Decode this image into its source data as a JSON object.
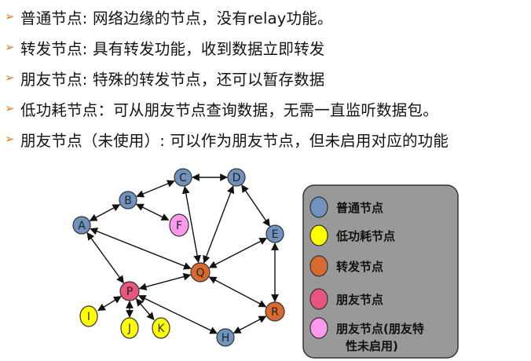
{
  "bullets": [
    "普通节点: 网络边缘的节点，没有relay功能。",
    "转发节点: 具有转发功能，收到数据立即转发",
    "朋友节点: 特殊的转发节点，还可以暂存数据",
    "低功耗节点：可从朋友节点查询数据，无需一直监听数据包。",
    "朋友节点（未使用）: 可以作为朋友节点，但未启用对应的功能"
  ],
  "colors": {
    "normal": "#6f93bd",
    "low_power": "#ffff00",
    "relay": "#d86a30",
    "friend": "#e8557f",
    "friend_unused": "#ff99ee",
    "legend_bg": "#999999",
    "bullet_arrow": "#e37b1c"
  },
  "nodes": [
    {
      "id": "A",
      "type": "normal"
    },
    {
      "id": "B",
      "type": "normal"
    },
    {
      "id": "C",
      "type": "normal"
    },
    {
      "id": "D",
      "type": "normal"
    },
    {
      "id": "E",
      "type": "normal"
    },
    {
      "id": "F",
      "type": "friend_unused"
    },
    {
      "id": "Q",
      "type": "relay"
    },
    {
      "id": "P",
      "type": "friend"
    },
    {
      "id": "R",
      "type": "relay"
    },
    {
      "id": "H",
      "type": "normal"
    },
    {
      "id": "I",
      "type": "low_power"
    },
    {
      "id": "J",
      "type": "low_power"
    },
    {
      "id": "K",
      "type": "low_power"
    }
  ],
  "edges": [
    [
      "A",
      "B"
    ],
    [
      "B",
      "C"
    ],
    [
      "C",
      "D"
    ],
    [
      "D",
      "E"
    ],
    [
      "E",
      "R"
    ],
    [
      "B",
      "F"
    ],
    [
      "C",
      "Q"
    ],
    [
      "D",
      "Q"
    ],
    [
      "A",
      "Q"
    ],
    [
      "A",
      "P"
    ],
    [
      "P",
      "Q"
    ],
    [
      "Q",
      "E"
    ],
    [
      "Q",
      "R"
    ],
    [
      "P",
      "H"
    ],
    [
      "H",
      "R"
    ],
    [
      "P",
      "I"
    ],
    [
      "P",
      "J"
    ],
    [
      "P",
      "K"
    ]
  ],
  "legend": [
    {
      "type": "normal",
      "label": "普通节点"
    },
    {
      "type": "low_power",
      "label": "低功耗节点"
    },
    {
      "type": "relay",
      "label": "转发节点"
    },
    {
      "type": "friend",
      "label": "朋友节点"
    },
    {
      "type": "friend_unused",
      "label": "朋友节点(朋友特",
      "label2": "性未启用)"
    }
  ]
}
